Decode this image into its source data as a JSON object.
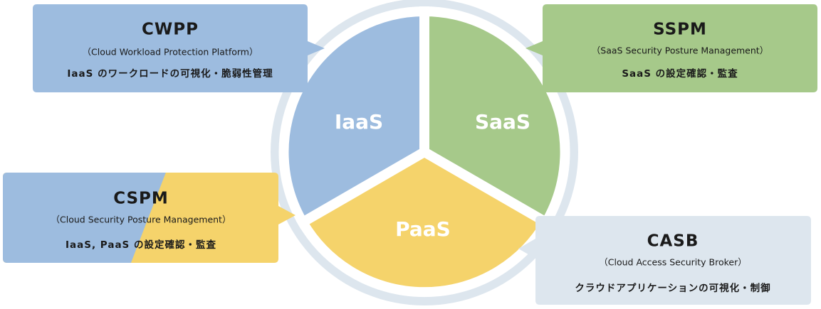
{
  "segments": {
    "iaas": "IaaS",
    "saas": "SaaS",
    "paas": "PaaS"
  },
  "boxes": {
    "cwpp": {
      "title": "CWPP",
      "subtitle": "（Cloud Workload Protection Platform）",
      "description": "IaaS のワークロードの可視化・脆弱性管理"
    },
    "sspm": {
      "title": "SSPM",
      "subtitle": "（SaaS Security Posture Management）",
      "description": "SaaS の設定確認・監査"
    },
    "cspm": {
      "title": "CSPM",
      "subtitle": "（Cloud Security Posture Management）",
      "description": "IaaS, PaaS の設定確認・監査"
    },
    "casb": {
      "title": "CASB",
      "subtitle": "（Cloud Access Security Broker）",
      "description": "クラウドアプリケーションの可視化・制御"
    }
  },
  "colors": {
    "iaas": "#9dbcdf",
    "saas": "#a6c98a",
    "paas": "#f5d36b",
    "ring": "#dde6ee",
    "casb": "#dde6ee",
    "text": "#1a1a1a",
    "label": "#ffffff"
  }
}
